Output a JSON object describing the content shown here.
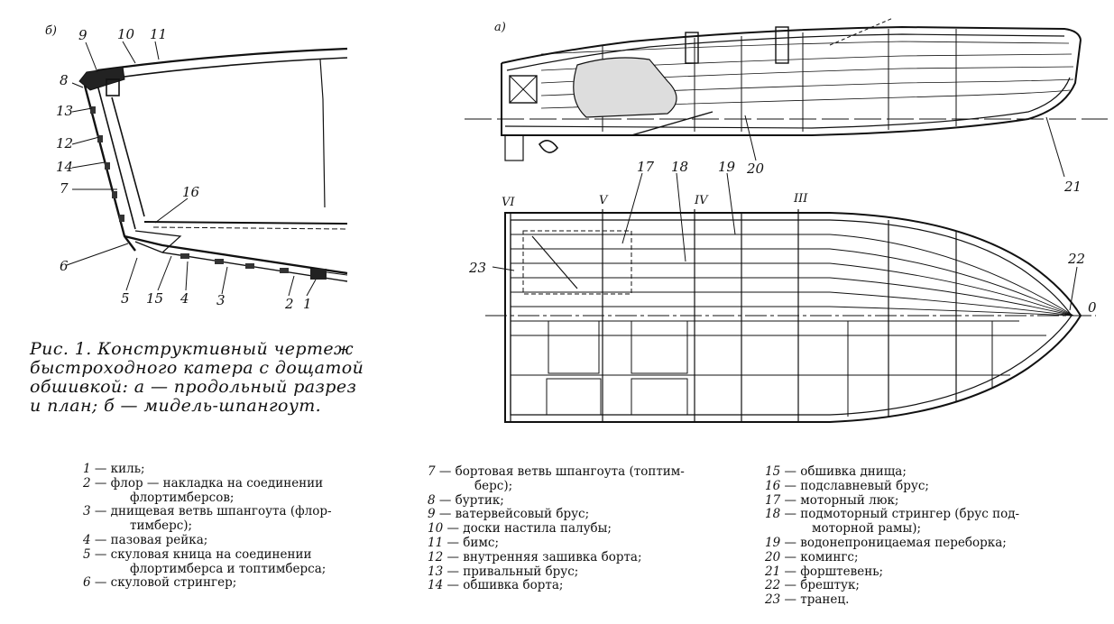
{
  "panel_labels": {
    "midship": "б)",
    "profile": "а)"
  },
  "midship_callouts": [
    "9",
    "10",
    "11",
    "8",
    "13",
    "12",
    "14",
    "7",
    "16",
    "6",
    "5",
    "15",
    "4",
    "3",
    "2",
    "1"
  ],
  "profile_callouts": [
    "20",
    "21"
  ],
  "plan_callouts": [
    "17",
    "18",
    "19",
    "23",
    "22",
    "0"
  ],
  "station_labels": [
    "VI",
    "V",
    "IV",
    "III"
  ],
  "caption": {
    "line1": "Рис. 1.  Конструктивный чертеж",
    "line2": "быстроходного катера с дощатой",
    "line3": "обшивкой: а — продольный  разрез",
    "line4": "и план; б — мидель-шпангоут."
  },
  "legend": {
    "col1": [
      {
        "num": "1",
        "text": " — киль;",
        "cont": ""
      },
      {
        "num": "2",
        "text": " — флор — накладка  на  соединении",
        "cont": "флортимберсов;"
      },
      {
        "num": "3",
        "text": " — днищевая ветвь шпангоута (флор-",
        "cont": "тимберс);"
      },
      {
        "num": "4",
        "text": " — пазовая рейка;",
        "cont": ""
      },
      {
        "num": "5",
        "text": " — скуловая  кница  на  соединении",
        "cont": "флортимберса и топтимберса;"
      },
      {
        "num": "6",
        "text": " — скуловой стрингер;",
        "cont": ""
      }
    ],
    "col2": [
      {
        "num": "7",
        "text": " — бортовая ветвь шпангоута (топтим-",
        "cont": "берс);"
      },
      {
        "num": "8",
        "text": " — буртик;",
        "cont": ""
      },
      {
        "num": "9",
        "text": " — ватервейсовый брус;",
        "cont": ""
      },
      {
        "num": "10",
        "text": " — доски настила палубы;",
        "cont": ""
      },
      {
        "num": "11",
        "text": " — бимс;",
        "cont": ""
      },
      {
        "num": "12",
        "text": " — внутренняя зашивка борта;",
        "cont": ""
      },
      {
        "num": "13",
        "text": " — привальный брус;",
        "cont": ""
      },
      {
        "num": "14",
        "text": " — обшивка борта;",
        "cont": ""
      }
    ],
    "col3": [
      {
        "num": "15",
        "text": " — обшивка днища;",
        "cont": ""
      },
      {
        "num": "16",
        "text": " — подславневый брус;",
        "cont": ""
      },
      {
        "num": "17",
        "text": " — моторный люк;",
        "cont": ""
      },
      {
        "num": "18",
        "text": " — подмоторный стрингер (брус под-",
        "cont": "моторной рамы);"
      },
      {
        "num": "19",
        "text": " — водонепроницаемая переборка;",
        "cont": ""
      },
      {
        "num": "20",
        "text": " — комингс;",
        "cont": ""
      },
      {
        "num": "21",
        "text": " — форштевень;",
        "cont": ""
      },
      {
        "num": "22",
        "text": " — брештук;",
        "cont": ""
      },
      {
        "num": "23",
        "text": " — транец.",
        "cont": ""
      }
    ]
  }
}
